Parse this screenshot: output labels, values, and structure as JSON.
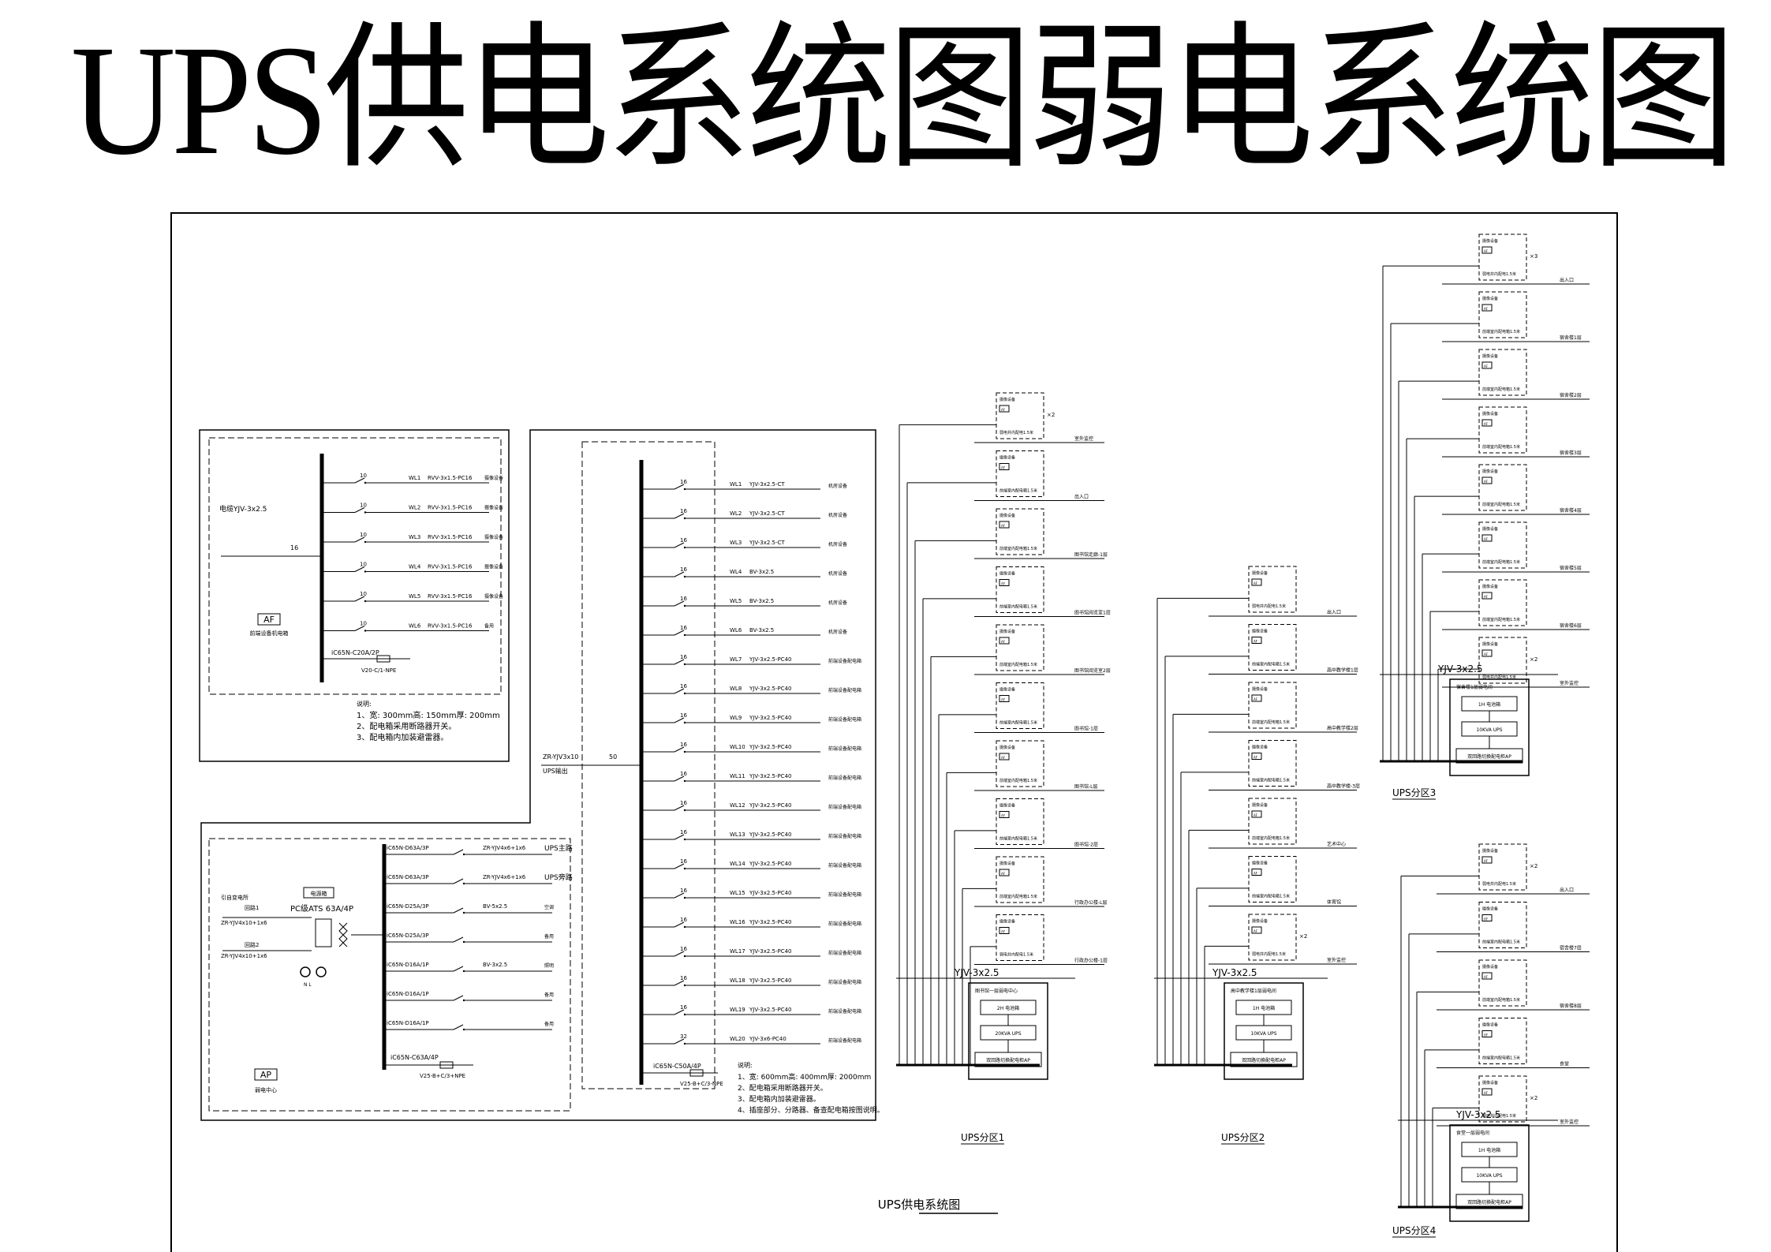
{
  "title": "UPS供电系统图弱电系统图",
  "drawing_title": "UPS供电系统图",
  "af_panel": {
    "tag": "AF",
    "name": "前端设备机电箱",
    "feeder_label": "电缆YJV-3x2.5",
    "main_breaker": "16",
    "circuits": [
      {
        "breaker": "10",
        "id": "WL1",
        "cable": "RVV-3x1.5-PC16",
        "load": "摄像设备"
      },
      {
        "breaker": "10",
        "id": "WL2",
        "cable": "RVV-3x1.5-PC16",
        "load": "摄像设备"
      },
      {
        "breaker": "10",
        "id": "WL3",
        "cable": "RVV-3x1.5-PC16",
        "load": "摄像设备"
      },
      {
        "breaker": "10",
        "id": "WL4",
        "cable": "RVV-3x1.5-PC16",
        "load": "摄像设备"
      },
      {
        "breaker": "10",
        "id": "WL5",
        "cable": "RVV-3x1.5-PC16",
        "load": "摄像设备"
      },
      {
        "breaker": "10",
        "id": "WL6",
        "cable": "RVV-3x1.5-PC16",
        "load": "备用"
      }
    ],
    "spd": "iC65N-C20A/2P",
    "spd_model": "V20-C/1-NPE",
    "notes_title": "说明:",
    "notes": [
      "1、宽: 300mm高: 150mm厚: 200mm",
      "2、配电箱采用断路器开关。",
      "3、配电箱内加装避雷器。"
    ]
  },
  "ap_panel": {
    "tag": "AP",
    "name": "弱电中心",
    "feeder1_note": "引自变电所",
    "feeder1": "回路1",
    "feeder1_cable": "ZR-YJV4x10+1x6",
    "feeder2": "回路2",
    "feeder2_cable": "ZR-YJV4x10+1x6",
    "switch_box": "电源箱",
    "ats": "PC级ATS 63A/4P",
    "lamps": "N   L",
    "circuits": [
      {
        "breaker": "iC65N-D63A/3P",
        "cable": "ZR-YJV4x6+1x6",
        "load": "UPS主路"
      },
      {
        "breaker": "iC65N-D63A/3P",
        "cable": "ZR-YJV4x6+1x6",
        "load": "UPS旁路"
      },
      {
        "breaker": "iC65N-D25A/3P",
        "cable": "BV-5x2.5",
        "load": "空调"
      },
      {
        "breaker": "iC65N-D25A/3P",
        "cable": "",
        "load": "备用"
      },
      {
        "breaker": "iC65N-D16A/1P",
        "cable": "BV-3x2.5",
        "load": "照明"
      },
      {
        "breaker": "iC65N-D16A/1P",
        "cable": "",
        "load": "备用"
      },
      {
        "breaker": "iC65N-D16A/1P",
        "cable": "",
        "load": "备用"
      }
    ],
    "spd": "iC65N-C63A/4P",
    "spd_model": "V25-B+C/3+NPE"
  },
  "ups_panel": {
    "incomer_cable": "ZR-YJV3x10",
    "incomer_label": "UPS输出",
    "main_breaker": "50",
    "circuits": [
      {
        "breaker": "16",
        "id": "WL1",
        "cable": "YJV-3x2.5-CT",
        "load": "机房设备"
      },
      {
        "breaker": "16",
        "id": "WL2",
        "cable": "YJV-3x2.5-CT",
        "load": "机房设备"
      },
      {
        "breaker": "16",
        "id": "WL3",
        "cable": "YJV-3x2.5-CT",
        "load": "机房设备"
      },
      {
        "breaker": "16",
        "id": "WL4",
        "cable": "BV-3x2.5",
        "load": "机房设备"
      },
      {
        "breaker": "16",
        "id": "WL5",
        "cable": "BV-3x2.5",
        "load": "机房设备"
      },
      {
        "breaker": "16",
        "id": "WL6",
        "cable": "BV-3x2.5",
        "load": "机房设备"
      },
      {
        "breaker": "16",
        "id": "WL7",
        "cable": "YJV-3x2.5-PC40",
        "load": "前端设备配电箱"
      },
      {
        "breaker": "16",
        "id": "WL8",
        "cable": "YJV-3x2.5-PC40",
        "load": "前端设备配电箱"
      },
      {
        "breaker": "16",
        "id": "WL9",
        "cable": "YJV-3x2.5-PC40",
        "load": "前端设备配电箱"
      },
      {
        "breaker": "16",
        "id": "WL10",
        "cable": "YJV-3x2.5-PC40",
        "load": "前端设备配电箱"
      },
      {
        "breaker": "16",
        "id": "WL11",
        "cable": "YJV-3x2.5-PC40",
        "load": "前端设备配电箱"
      },
      {
        "breaker": "16",
        "id": "WL12",
        "cable": "YJV-3x2.5-PC40",
        "load": "前端设备配电箱"
      },
      {
        "breaker": "16",
        "id": "WL13",
        "cable": "YJV-3x2.5-PC40",
        "load": "前端设备配电箱"
      },
      {
        "breaker": "16",
        "id": "WL14",
        "cable": "YJV-3x2.5-PC40",
        "load": "前端设备配电箱"
      },
      {
        "breaker": "16",
        "id": "WL15",
        "cable": "YJV-3x2.5-PC40",
        "load": "前端设备配电箱"
      },
      {
        "breaker": "16",
        "id": "WL16",
        "cable": "YJV-3x2.5-PC40",
        "load": "前端设备配电箱"
      },
      {
        "breaker": "16",
        "id": "WL17",
        "cable": "YJV-3x2.5-PC40",
        "load": "前端设备配电箱"
      },
      {
        "breaker": "16",
        "id": "WL18",
        "cable": "YJV-3x2.5-PC40",
        "load": "前端设备配电箱"
      },
      {
        "breaker": "16",
        "id": "WL19",
        "cable": "YJV-3x2.5-PC40",
        "load": "前端设备配电箱"
      },
      {
        "breaker": "32",
        "id": "WL20",
        "cable": "YJV-3x6-PC40",
        "load": "前端设备配电箱"
      }
    ],
    "spd": "iC65N-C50A/4P",
    "spd_model": "V25-B+C/3-NPE",
    "notes_title": "说明:",
    "notes": [
      "1、宽: 600mm高: 400mm厚: 2000mm",
      "2、配电箱采用断路器开关。",
      "3、配电箱内加装避雷器。",
      "4、插座部分、分路器、备查配电箱按图说明。"
    ]
  },
  "zones": {
    "box_top": "摄像设备",
    "box_af": "AF",
    "box_bottom_a": "前端室内配电箱1.5米",
    "box_bottom_b": "弱电井内配电1.5米",
    "cable": "YJV-3x2.5",
    "ups_box_ph": "2H 电池箱",
    "ups_box_ph1": "1H 电池箱",
    "ups_box_main": "双回路切换配电柜AP",
    "zone1": {
      "label": "UPS分区1",
      "header": "图书馆一层弱电中心",
      "ups": "20KVA UPS",
      "loads": [
        "室外监控",
        "出入口",
        "图书馆走廊-1层",
        "图书馆阅览室1层",
        "图书馆阅览室2层",
        "图书馆-1层",
        "图书馆-L层",
        "图书馆-2层",
        "行政办公楼-L层",
        "行政办公楼-1层"
      ],
      "mult_first": "×2"
    },
    "zone2": {
      "label": "UPS分区2",
      "header": "高中教学楼1层弱电间",
      "ups": "10KVA UPS",
      "loads": [
        "出入口",
        "高中教学楼1层",
        "高中教学楼2层",
        "高中教学楼-3层",
        "艺术中心",
        "体育馆",
        "室外监控"
      ],
      "mult_last": "×2"
    },
    "zone3": {
      "label": "UPS分区3",
      "header": "宿舍楼1层弱电间",
      "ups": "10KVA UPS",
      "loads": [
        "出入口",
        "宿舍楼1层",
        "宿舍楼2层",
        "宿舍楼3层",
        "宿舍楼4层",
        "宿舍楼5层",
        "宿舍楼6层",
        "室外监控"
      ],
      "mult_first": "×3",
      "mult_last": "×2"
    },
    "zone4": {
      "label": "UPS分区4",
      "header": "食堂一层弱电间",
      "ups": "10KVA UPS",
      "loads": [
        "出入口",
        "宿舍楼7层",
        "宿舍楼8层",
        "食堂",
        "室外监控"
      ],
      "mult_first": "×2",
      "mult_last": "×2"
    }
  }
}
